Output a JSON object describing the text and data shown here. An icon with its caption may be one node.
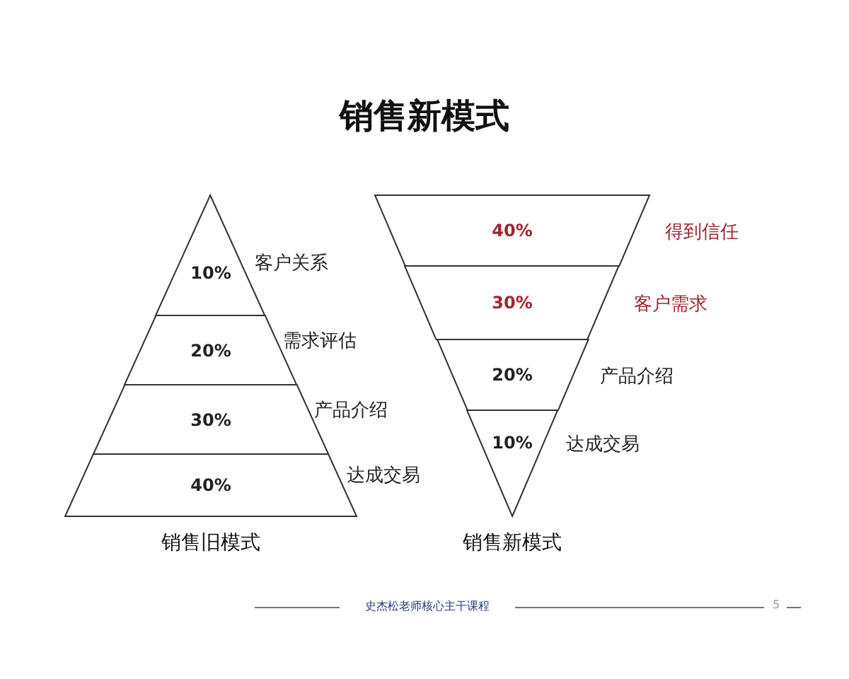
{
  "diagram": {
    "title": "销售新模式",
    "nodes": [
      {
        "text": [
          "销售旧模式"
        ]
      },
      {
        "text": [
          "10%"
        ],
        "beside": [
          "客户关系"
        ],
        "in": 0
      },
      {
        "text": [
          "20%"
        ],
        "beside": [
          "需求评估"
        ],
        "in": 0
      },
      {
        "text": [
          "30%"
        ],
        "beside": [
          "产品介绍"
        ],
        "in": 0
      },
      {
        "text": [
          "40%"
        ],
        "beside": [
          "达成交易"
        ],
        "in": 0
      },
      {
        "text": [
          "销售新模式"
        ]
      },
      {
        "text": [
          "40%"
        ],
        "beside": [
          "得到信任"
        ],
        "in": 5
      },
      {
        "text": [
          "30%"
        ],
        "beside": [
          "客户需求"
        ],
        "in": 5
      },
      {
        "text": [
          "20%"
        ],
        "beside": [
          "产品介绍"
        ],
        "in": 5
      },
      {
        "text": [
          "10%"
        ],
        "beside": [
          "达成交易"
        ],
        "in": 5
      }
    ],
    "edges": [],
    "labels": [
      "史杰松老师核心主干课程",
      "5"
    ]
  }
}
